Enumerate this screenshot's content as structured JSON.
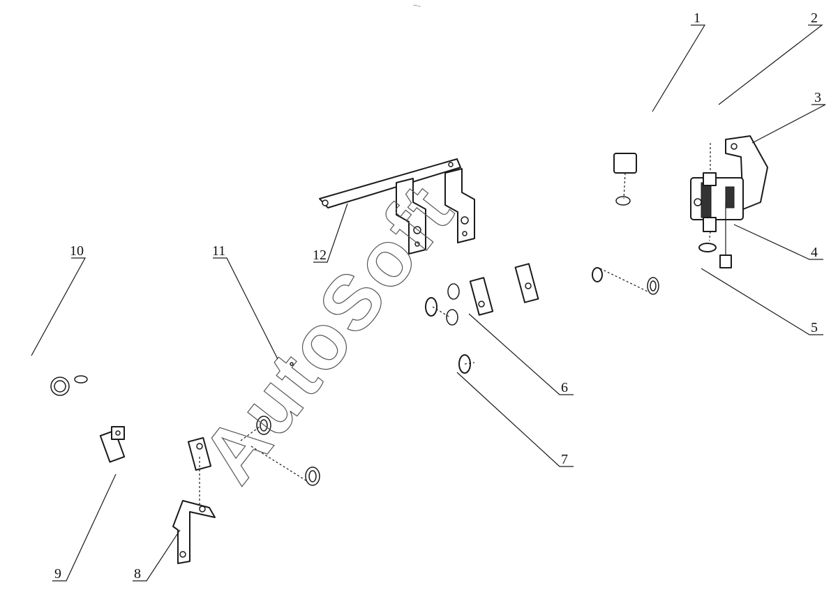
{
  "watermark": "AutoSoft",
  "top_mark": "~-",
  "callouts": [
    {
      "id": "1",
      "label": "1"
    },
    {
      "id": "2",
      "label": "2"
    },
    {
      "id": "3",
      "label": "3"
    },
    {
      "id": "4",
      "label": "4"
    },
    {
      "id": "5",
      "label": "5"
    },
    {
      "id": "6",
      "label": "6"
    },
    {
      "id": "7",
      "label": "7"
    },
    {
      "id": "8",
      "label": "8"
    },
    {
      "id": "9",
      "label": "9"
    },
    {
      "id": "10",
      "label": "10"
    },
    {
      "id": "11",
      "label": "11"
    },
    {
      "id": "12",
      "label": "12"
    }
  ]
}
